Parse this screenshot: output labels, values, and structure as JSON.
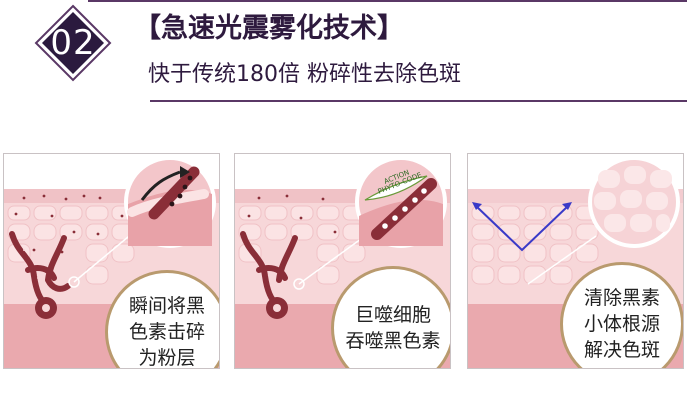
{
  "header": {
    "number": "02",
    "title": "【急速光震雾化技术】",
    "subtitle": "快于传统180倍 粉碎性去除色斑"
  },
  "panels": [
    {
      "caption": [
        "瞬间将黑",
        "色素击碎",
        "为粉层"
      ]
    },
    {
      "caption": [
        "巨噬细胞",
        "吞噬黑色素"
      ],
      "zoom_label": [
        "ACTION",
        "PHYTO-CODE"
      ]
    },
    {
      "caption": [
        "清除黑素",
        "小体根源",
        "解决色斑"
      ]
    }
  ],
  "colors": {
    "badge": "#2b1a3e",
    "frame": "#5a3866",
    "skin_top": "#f3cdd0",
    "skin_deep": "#e69aa0",
    "cell": "#fbe3e4",
    "melanin": "#8a2e38",
    "arrow": "#3a3ac8",
    "caption_border": "#b99a6e"
  }
}
